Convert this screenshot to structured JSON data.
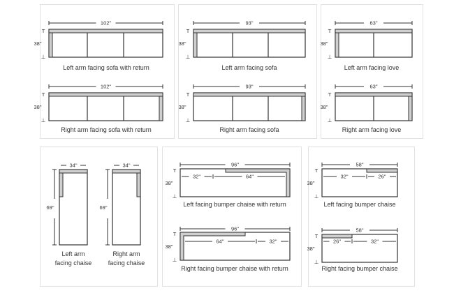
{
  "colors": {
    "outline": "#333333",
    "shade": "#cfcfcf",
    "panel_border": "#e2e2e2"
  },
  "height_marks": {
    "top": "T",
    "bottom": "⊥"
  },
  "panels": {
    "sofa_with_return": {
      "left": {
        "caption": "Left arm facing sofa with return",
        "width": "102\"",
        "depth": "38\""
      },
      "right": {
        "caption": "Right arm facing sofa with return",
        "width": "102\"",
        "depth": "38\""
      }
    },
    "sofa": {
      "left": {
        "caption": "Left arm facing sofa",
        "width": "93\"",
        "depth": "38\""
      },
      "right": {
        "caption": "Right arm facing sofa",
        "width": "93\"",
        "depth": "38\""
      }
    },
    "love": {
      "left": {
        "caption": "Left arm facing love",
        "width": "63\"",
        "depth": "38\""
      },
      "right": {
        "caption": "Right arm facing love",
        "width": "63\"",
        "depth": "38\""
      }
    },
    "chaise": {
      "left": {
        "caption_1": "Left arm",
        "caption_2": "facing chaise",
        "width": "34\"",
        "length": "69\""
      },
      "right": {
        "caption_1": "Right arm",
        "caption_2": "facing chaise",
        "width": "34\"",
        "length": "69\""
      }
    },
    "bumper_with_return": {
      "left": {
        "caption": "Left facing bumper chaise with return",
        "width": "96\"",
        "depth": "38\"",
        "seg_a": "32\"",
        "seg_b": "64\""
      },
      "right": {
        "caption": "Right facing bumper chaise with return",
        "width": "96\"",
        "depth": "38\"",
        "seg_a": "64\"",
        "seg_b": "32\""
      }
    },
    "bumper": {
      "left": {
        "caption": "Left facing bumper chaise",
        "width": "58\"",
        "depth": "38\"",
        "seg_a": "32\"",
        "seg_b": "26\""
      },
      "right": {
        "caption": "Right facing bumper chaise",
        "width": "58\"",
        "depth": "38\"",
        "seg_a": "26\"",
        "seg_b": "32\""
      }
    }
  }
}
